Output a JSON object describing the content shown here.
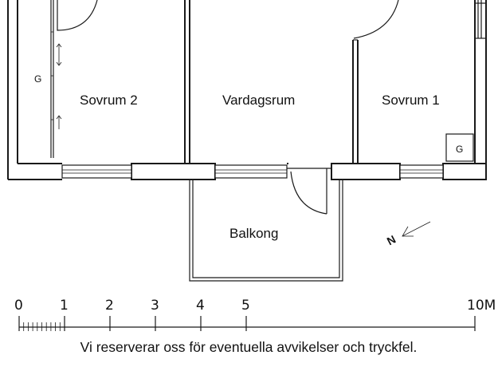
{
  "rooms": {
    "bedroom2": "Sovrum 2",
    "living": "Vardagsrum",
    "bedroom1": "Sovrum 1",
    "balcony": "Balkong"
  },
  "fixtures": {
    "wardrobe_left": "G",
    "wardrobe_right": "G"
  },
  "compass": {
    "label": "N"
  },
  "scale": {
    "ticks": [
      "0",
      "1",
      "2",
      "3",
      "4",
      "5",
      "10M"
    ]
  },
  "disclaimer": "Vi reserverar oss för eventuella avvikelser och tryckfel."
}
